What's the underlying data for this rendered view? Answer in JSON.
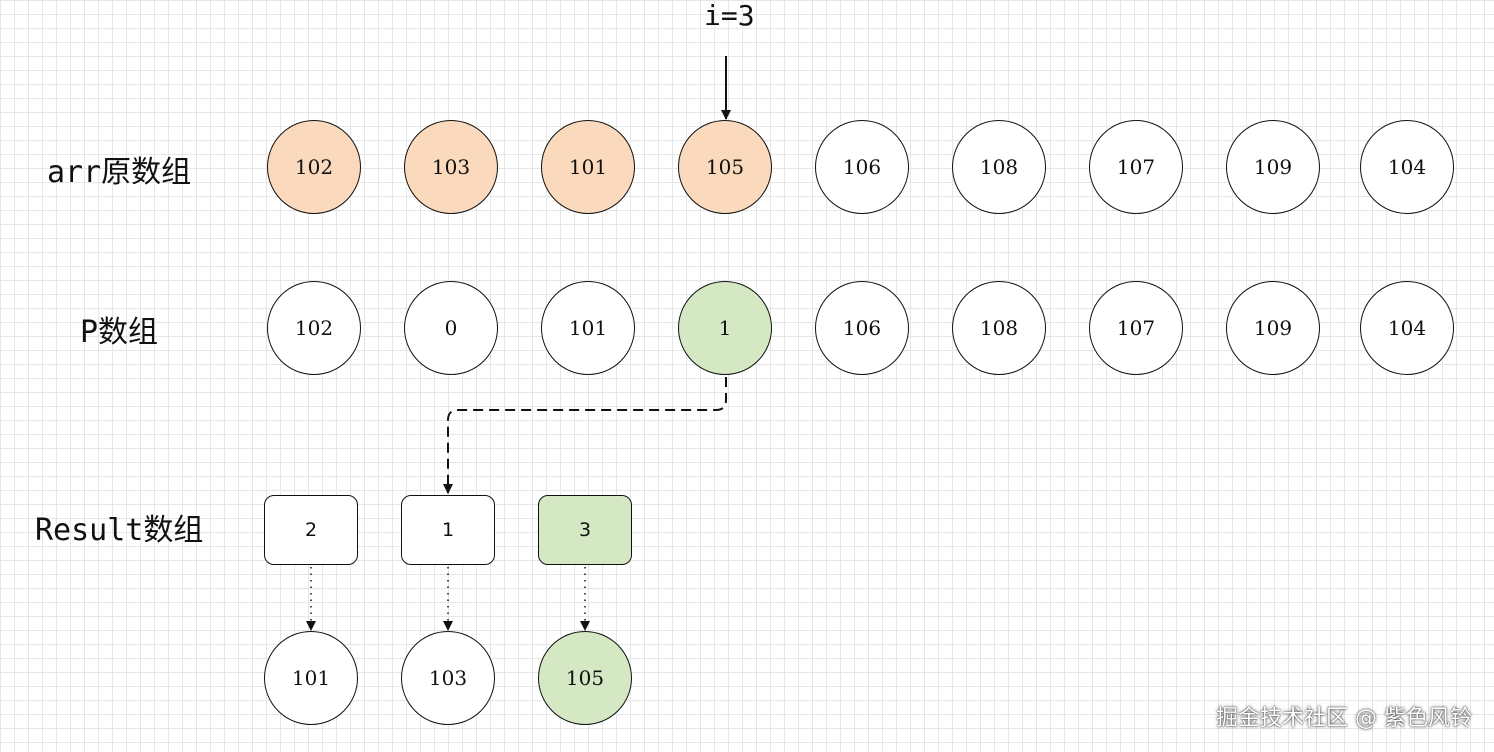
{
  "pointer_label": "i=3",
  "row_labels": {
    "arr": "arr原数组",
    "p": "P数组",
    "result": "Result数组"
  },
  "arr": [
    "102",
    "103",
    "101",
    "105",
    "106",
    "108",
    "107",
    "109",
    "104"
  ],
  "p": [
    "102",
    "0",
    "101",
    "1",
    "106",
    "108",
    "107",
    "109",
    "104"
  ],
  "result": [
    "2",
    "1",
    "3"
  ],
  "result_values": [
    "101",
    "103",
    "105"
  ],
  "colors": {
    "orange_fill": "#fad9bd",
    "green_fill": "#d5e8c4",
    "stroke": "#111111"
  },
  "watermark": "掘金技术社区 @ 紫色风铃"
}
